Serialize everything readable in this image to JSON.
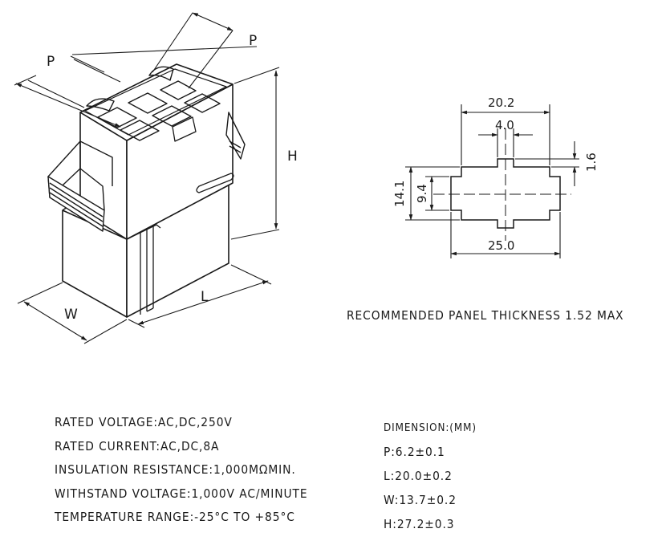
{
  "labels": {
    "p_left": "P",
    "p_top": "P",
    "h": "H",
    "w": "W",
    "l": "L",
    "dim_20_2": "20.2",
    "dim_4_0": "4.0",
    "dim_1_6": "1.6",
    "dim_14_1": "14.1",
    "dim_9_4": "9.4",
    "dim_25_0": "25.0"
  },
  "panel_note": "RECOMMENDED PANEL THICKNESS 1.52 MAX",
  "specs": [
    "RATED VOLTAGE:AC,DC,250V",
    "RATED CURRENT:AC,DC,8A",
    "INSULATION RESISTANCE:1,000MΩMIN.",
    "WITHSTAND VOLTAGE:1,000V AC/MINUTE",
    "TEMPERATURE RANGE:-25°C TO +85°C"
  ],
  "dimensions": {
    "title": "DIMENSION:(MM)",
    "rows": [
      "P:6.2±0.1",
      "L:20.0±0.2",
      "W:13.7±0.2",
      "H:27.2±0.3"
    ]
  },
  "colors": {
    "ink": "#1a1a1a",
    "background": "#ffffff"
  }
}
